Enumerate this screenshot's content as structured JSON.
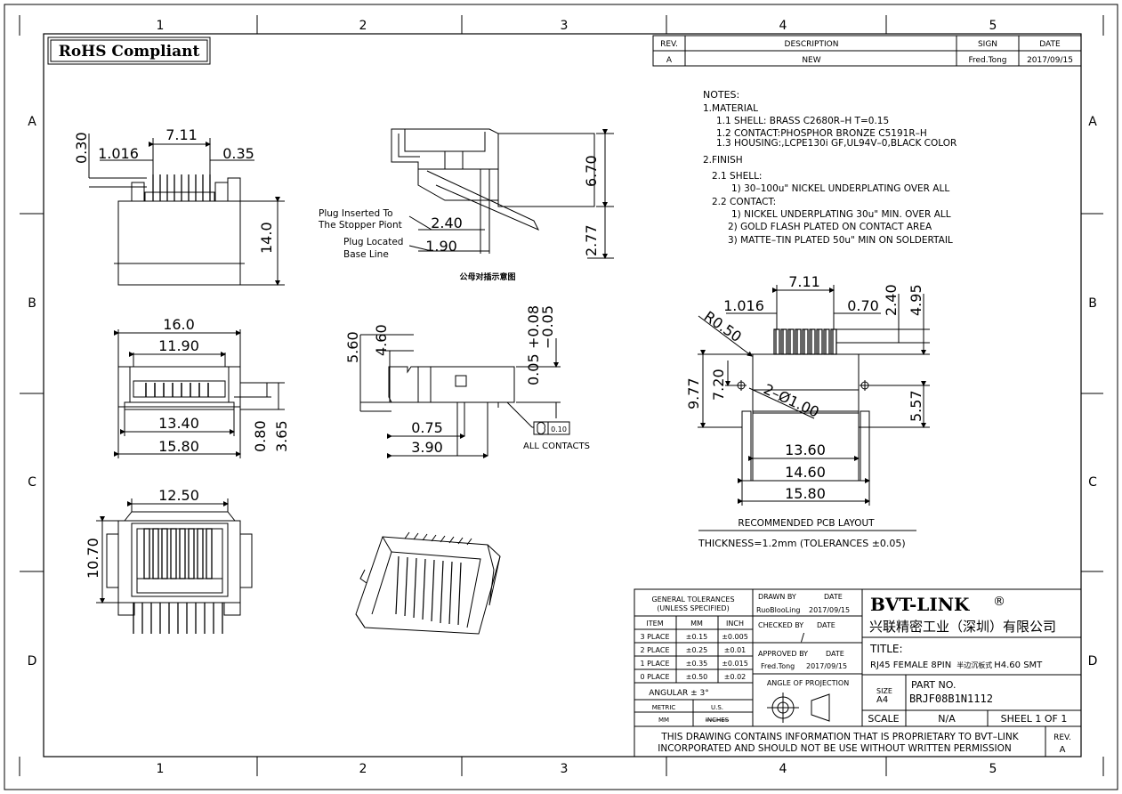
{
  "border": {
    "cols": [
      "1",
      "2",
      "3",
      "4",
      "5"
    ],
    "rows": [
      "A",
      "B",
      "C",
      "D"
    ]
  },
  "rohs_label": "RoHS Compliant",
  "revision_table": {
    "headers": [
      "REV.",
      "DESCRIPTION",
      "SIGN",
      "DATE"
    ],
    "rows": [
      [
        "A",
        "NEW",
        "Fred.Tong",
        "2017/09/15"
      ]
    ]
  },
  "notes": {
    "title": "NOTES:",
    "lines": [
      "1.MATERIAL",
      "1.1  SHELL: BRASS C2680R–H T=0.15",
      "1.2  CONTACT:PHOSPHOR BRONZE C5191R–H",
      "1.3  HOUSING:,LCPE130i GF,UL94V–0,BLACK COLOR",
      "2.FINISH",
      "2.1  SHELL:",
      "1) 30–100u\" NICKEL UNDERPLATING OVER ALL",
      "2.2  CONTACT:",
      "1) NICKEL UNDERPLATING 30u\" MIN. OVER ALL",
      "2) GOLD FLASH PLATED   ON CONTACT AREA",
      "3)   MATTE–TIN PLATED 50u\" MIN ON SOLDERTAIL"
    ]
  },
  "dims_front_top": {
    "d711": "7.11",
    "d1016": "1.016",
    "d035": "0.35",
    "d030": "0.30",
    "d140": "14.0"
  },
  "side_view": {
    "d670": "6.70",
    "d240": "2.40",
    "d190": "1.90",
    "d277": "2.77",
    "plug_inserted": [
      "Plug Inserted To",
      "The Stopper Piont"
    ],
    "plug_located": [
      "Plug Located",
      "Base Line"
    ],
    "caption": "公母对插示意图"
  },
  "bottom_view": {
    "d160": "16.0",
    "d1190": "11.90",
    "d1340": "13.40",
    "d1580": "15.80",
    "d080": "0.80",
    "d365": "3.65"
  },
  "side_profile": {
    "d560": "5.60",
    "d460": "4.60",
    "d075": "0.75",
    "d390": "3.90",
    "tol_plus": "+0.08",
    "tol_minus": "−0.05",
    "d005": "0.05",
    "flatness": "0.10",
    "all_contacts": "ALL CONTACTS"
  },
  "front_view": {
    "d1250": "12.50",
    "d1070": "10.70"
  },
  "pcb": {
    "d711": "7.11",
    "d1016": "1.016",
    "d070": "0.70",
    "d240": "2.40",
    "d495": "4.95",
    "r050": "R0.50",
    "d977": "9.77",
    "d720": "7.20",
    "holes": "2–Ø1.00",
    "d557": "5.57",
    "d1360": "13.60",
    "d1460": "14.60",
    "d1580": "15.80",
    "layout_title": "RECOMMENDED PCB LAYOUT",
    "thickness": "THICKNESS=1.2mm (TOLERANCES ±0.05)"
  },
  "title_block": {
    "gen_tol": [
      "GENERAL TOLERANCES",
      "(UNLESS SPECIFIED)"
    ],
    "tol_headers": [
      "ITEM",
      "MM",
      "INCH"
    ],
    "tol_rows": [
      [
        "3 PLACE",
        "±0.15",
        "±0.005"
      ],
      [
        "2 PLACE",
        "±0.25",
        "±0.01"
      ],
      [
        "1 PLACE",
        "±0.35",
        "±0.015"
      ],
      [
        "0 PLACE",
        "±0.50",
        "±0.02"
      ]
    ],
    "angular": "ANGULAR  ±  3°",
    "metric": "METRIC",
    "us": "U.S.",
    "mm": "MM",
    "inches": "INCHES",
    "drawn_by": "DRAWN BY",
    "drawn_date_label": "DATE",
    "drawn_name": "RuoBlooLing",
    "drawn_date": "2017/09/15",
    "checked_by": "CHECKED BY",
    "checked_date_label": "DATE",
    "checked_mark": "/",
    "approved_by": "APPROVED BY",
    "approved_date_label": "DATE",
    "approved_name": "Fred.Tong",
    "approved_date": "2017/09/15",
    "angle_projection": "ANGLE OF PROJECTION",
    "company": "BVT-LINK",
    "registered": "®",
    "company_cn": "兴联精密工业（深圳）有限公司",
    "title_label": "TITLE:",
    "title_text": "RJ45 FEMALE 8PIN",
    "title_cn": "半边沉板式",
    "title_suffix": "H4.60 SMT",
    "size_label": "SIZE",
    "size_value": "A4",
    "part_no_label": "PART NO.",
    "part_no": "BRJF08B1N1112",
    "scale_label": "SCALE",
    "scale_value": "N/A",
    "sheet": "SHEEL 1 OF 1",
    "proprietary": [
      "THIS DRAWING CONTAINS INFORMATION THAT IS PROPRIETARY TO BVT–LINK",
      "INCORPORATED AND SHOULD NOT BE USE WITHOUT WRITTEN PERMISSION"
    ],
    "rev_label": "REV.",
    "rev_value": "A"
  }
}
